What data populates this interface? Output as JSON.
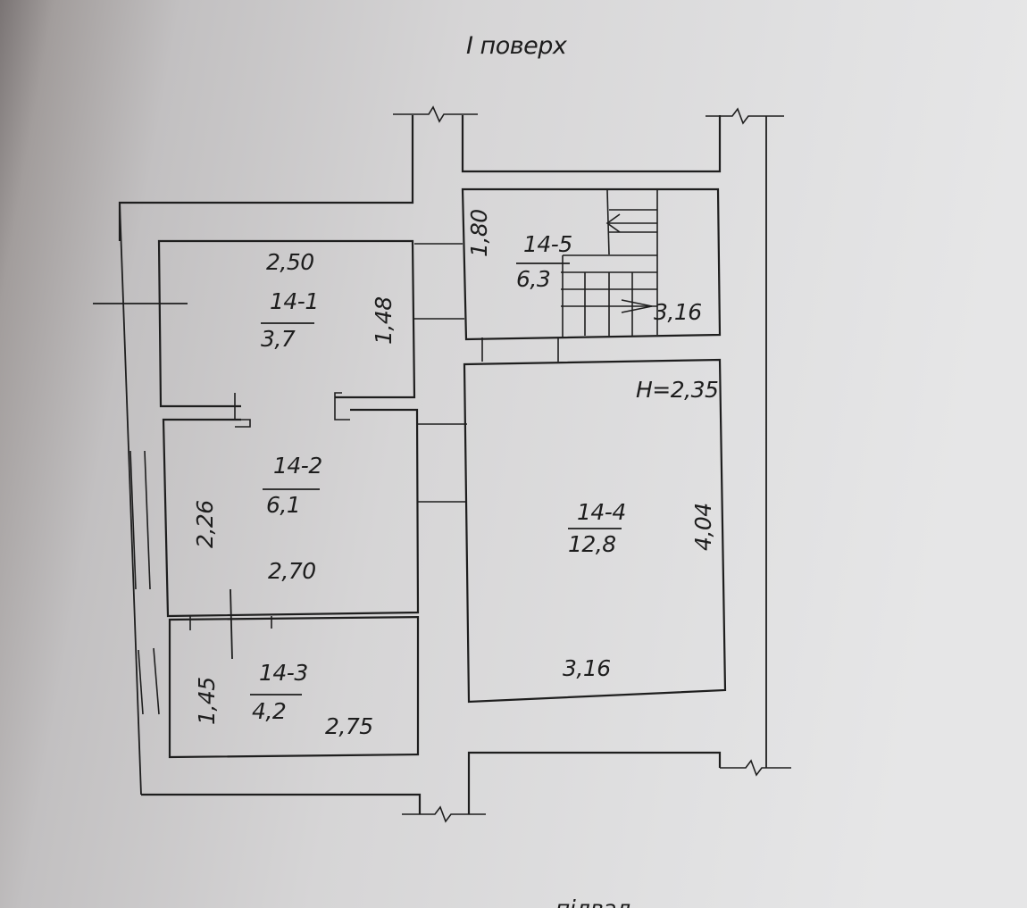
{
  "title": "I поверх",
  "rooms": [
    {
      "id": "14-1",
      "area": "3,7",
      "dims": [
        "2,50",
        "1,48"
      ]
    },
    {
      "id": "14-2",
      "area": "6,1",
      "dims": [
        "2,26",
        "2,70"
      ]
    },
    {
      "id": "14-3",
      "area": "4,2",
      "dims": [
        "1,45",
        "2,75"
      ]
    },
    {
      "id": "14-4",
      "area": "12,8",
      "dims": [
        "4,04",
        "3,16"
      ]
    },
    {
      "id": "14-5",
      "area": "6,3",
      "dims": [
        "1,80",
        "3,16"
      ]
    }
  ],
  "ceiling_height": "H=2,35",
  "bottom_cut_text": "підвал"
}
